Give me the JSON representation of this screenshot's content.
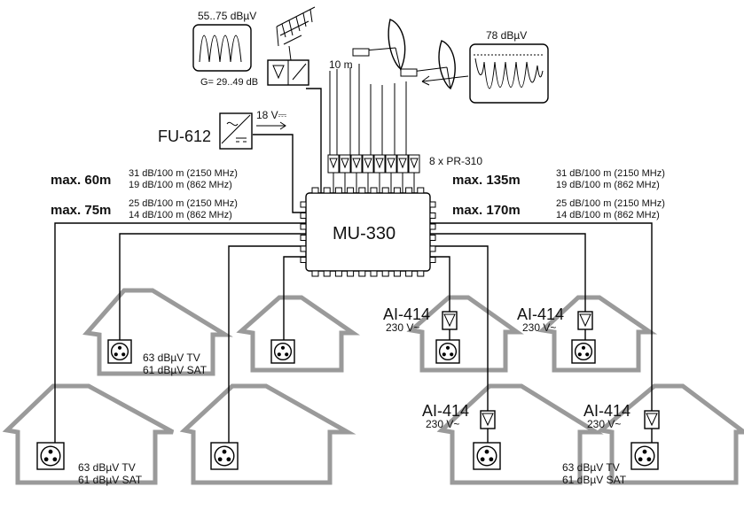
{
  "diagram": {
    "splitter": {
      "label": "MU-330"
    },
    "power_supply": {
      "label": "FU-612",
      "voltage": "18 V⎓"
    },
    "terrestrial": {
      "level": "55..75 dBµV",
      "gain": "G= 29..49 dB"
    },
    "satellite": {
      "level": "78 dBµV",
      "cable_length": "10 m"
    },
    "preamps": {
      "label": "8 x PR-310"
    },
    "left_runs": [
      {
        "distance": "max. 60m",
        "atten_hi": "31 dB/100 m (2150 MHz)",
        "atten_lo": "19 dB/100 m (862 MHz)"
      },
      {
        "distance": "max. 75m",
        "atten_hi": "25 dB/100 m (2150 MHz)",
        "atten_lo": "14 dB/100 m (862 MHz)"
      }
    ],
    "right_runs": [
      {
        "distance": "max. 135m",
        "atten_hi": "31 dB/100 m (2150 MHz)",
        "atten_lo": "19 dB/100 m (862 MHz)"
      },
      {
        "distance": "max. 170m",
        "atten_hi": "25 dB/100 m (2150 MHz)",
        "atten_lo": "14 dB/100 m (862 MHz)"
      }
    ],
    "amplifiers": [
      {
        "label": "AI-414",
        "power": "230 V~"
      },
      {
        "label": "AI-414",
        "power": "230 V~"
      },
      {
        "label": "AI-414",
        "power": "230 V~"
      },
      {
        "label": "AI-414",
        "power": "230 V~"
      }
    ],
    "outlet_levels": [
      {
        "tv": "63 dBµV TV",
        "sat": "61 dBµV SAT"
      },
      {
        "tv": "63 dBµV TV",
        "sat": "61 dBµV SAT"
      },
      {
        "tv": "63 dBµV TV",
        "sat": "61 dBµV SAT"
      }
    ]
  }
}
